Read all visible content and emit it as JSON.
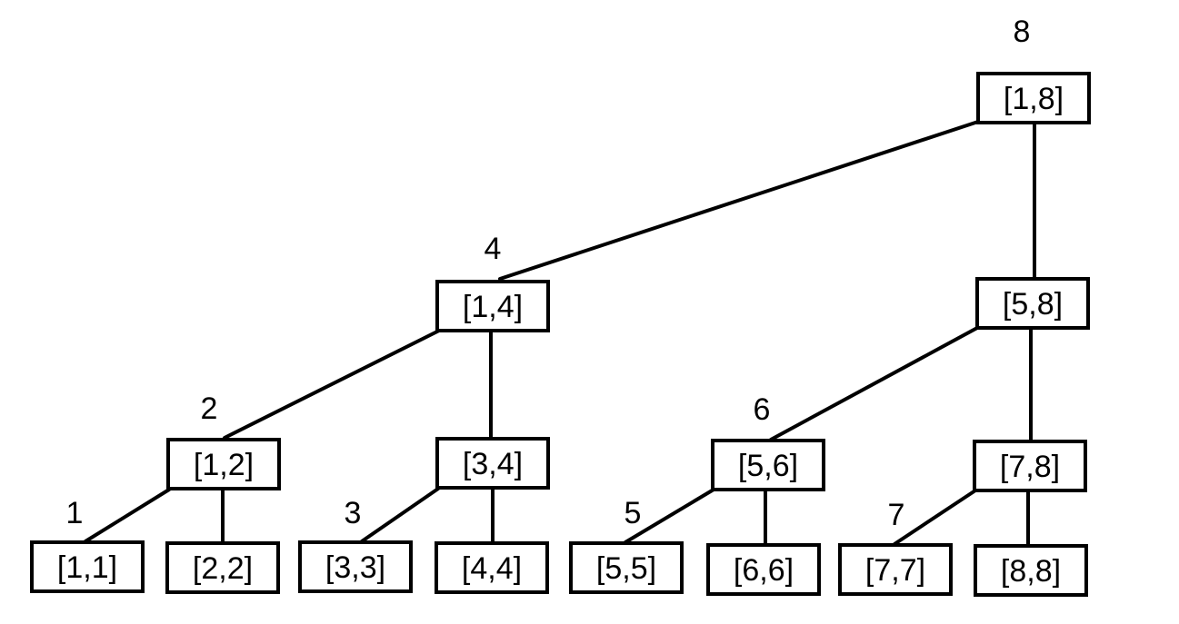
{
  "nodes": [
    {
      "id": "n18",
      "label": "[1,8]"
    },
    {
      "id": "n14",
      "label": "[1,4]"
    },
    {
      "id": "n58",
      "label": "[5,8]"
    },
    {
      "id": "n12",
      "label": "[1,2]"
    },
    {
      "id": "n34",
      "label": "[3,4]"
    },
    {
      "id": "n56",
      "label": "[5,6]"
    },
    {
      "id": "n78",
      "label": "[7,8]"
    },
    {
      "id": "n11",
      "label": "[1,1]"
    },
    {
      "id": "n22",
      "label": "[2,2]"
    },
    {
      "id": "n33",
      "label": "[3,3]"
    },
    {
      "id": "n44",
      "label": "[4,4]"
    },
    {
      "id": "n55",
      "label": "[5,5]"
    },
    {
      "id": "n66",
      "label": "[6,6]"
    },
    {
      "id": "n77",
      "label": "[7,7]"
    },
    {
      "id": "n88",
      "label": "[8,8]"
    }
  ],
  "index_labels": [
    {
      "node": "n18",
      "text": "8"
    },
    {
      "node": "n14",
      "text": "4"
    },
    {
      "node": "n12",
      "text": "2"
    },
    {
      "node": "n56",
      "text": "6"
    },
    {
      "node": "n11",
      "text": "1"
    },
    {
      "node": "n33",
      "text": "3"
    },
    {
      "node": "n55",
      "text": "5"
    },
    {
      "node": "n77",
      "text": "7"
    }
  ],
  "edges": [
    {
      "from": "n18",
      "to": "n14"
    },
    {
      "from": "n18",
      "to": "n58"
    },
    {
      "from": "n14",
      "to": "n12"
    },
    {
      "from": "n14",
      "to": "n34"
    },
    {
      "from": "n58",
      "to": "n56"
    },
    {
      "from": "n58",
      "to": "n78"
    },
    {
      "from": "n12",
      "to": "n11"
    },
    {
      "from": "n12",
      "to": "n22"
    },
    {
      "from": "n34",
      "to": "n33"
    },
    {
      "from": "n34",
      "to": "n44"
    },
    {
      "from": "n56",
      "to": "n55"
    },
    {
      "from": "n56",
      "to": "n66"
    },
    {
      "from": "n78",
      "to": "n77"
    },
    {
      "from": "n78",
      "to": "n88"
    }
  ]
}
